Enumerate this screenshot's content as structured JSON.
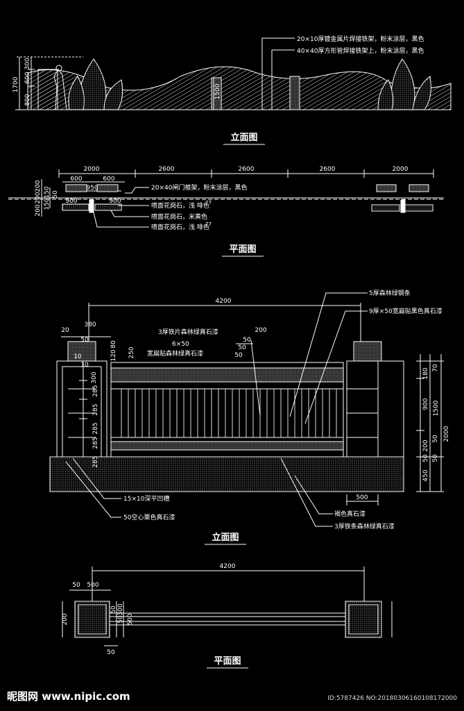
{
  "top_elevation": {
    "title": "立面图",
    "notes": [
      "20×10厚镀金属片焊接铁架，粉末涂层，黑色",
      "40×40厚方形管焊接铁架上，粉末涂层，黑色"
    ],
    "dims_left": [
      "1700",
      "300",
      "600",
      "800"
    ],
    "dim_mid": "1500"
  },
  "top_plan": {
    "title": "平面图",
    "spans": [
      "2000",
      "2600",
      "2600",
      "2600",
      "2000"
    ],
    "sub_dims": [
      "600",
      "600",
      "950",
      "900",
      "900"
    ],
    "left_dims": [
      "200",
      "200",
      "200",
      "150",
      "150",
      "50"
    ],
    "notes": [
      "20×40闸门框架，粉末涂层，黑色",
      "喷面花岗石，浅   啡色",
      "喷面花岗石，米黄色",
      "喷面花岗石，浅   啡色"
    ],
    "note_sup": [
      "77",
      "77"
    ]
  },
  "gate_elevation": {
    "title": "立面图",
    "overall": "4200",
    "top_dims": [
      "380",
      "20",
      "50",
      "80",
      "120",
      "250",
      "10",
      "10",
      "300",
      "200",
      "50",
      "50",
      "50"
    ],
    "left_dims": [
      "285",
      "285",
      "285",
      "285",
      "285"
    ],
    "right_dims": [
      "70",
      "180",
      "900",
      "50",
      "200",
      "50",
      "50",
      "450",
      "1500",
      "2000"
    ],
    "bottom_dim": "500",
    "labels": [
      "5厚森林绿钢条",
      "9厚×50宽扁贴黑色真石漆",
      "3厚铁片森林绿真石漆",
      "6×50",
      "宽扁贴森林绿真石漆",
      "15×10深平凹槽",
      "50空心栗色真石漆",
      "褐色真石漆",
      "3厚铁条森林绿真石漆"
    ]
  },
  "gate_plan": {
    "title": "平面图",
    "overall": "4200",
    "dims": [
      "50",
      "500",
      "200",
      "50",
      "50",
      "300",
      "500",
      "50"
    ]
  },
  "footer": {
    "watermark": "昵图网 www.nipic.com",
    "id": "ID:5787426 NO:20180306160108172000"
  }
}
